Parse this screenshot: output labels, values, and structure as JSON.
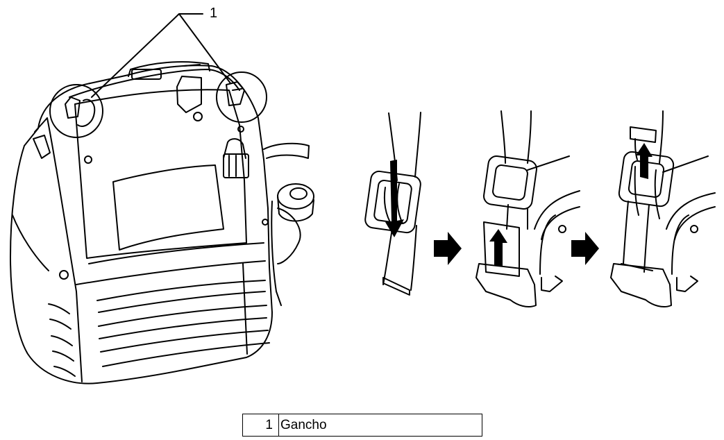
{
  "callout": {
    "number": "1"
  },
  "legend": {
    "rows": [
      {
        "number": "1",
        "label": "Gancho"
      }
    ]
  },
  "icons": [
    "arrow-right-icon",
    "arrow-down-icon",
    "arrow-up-icon"
  ],
  "colors": {
    "line": "#000000",
    "background": "#ffffff",
    "arrow": "#000000"
  }
}
